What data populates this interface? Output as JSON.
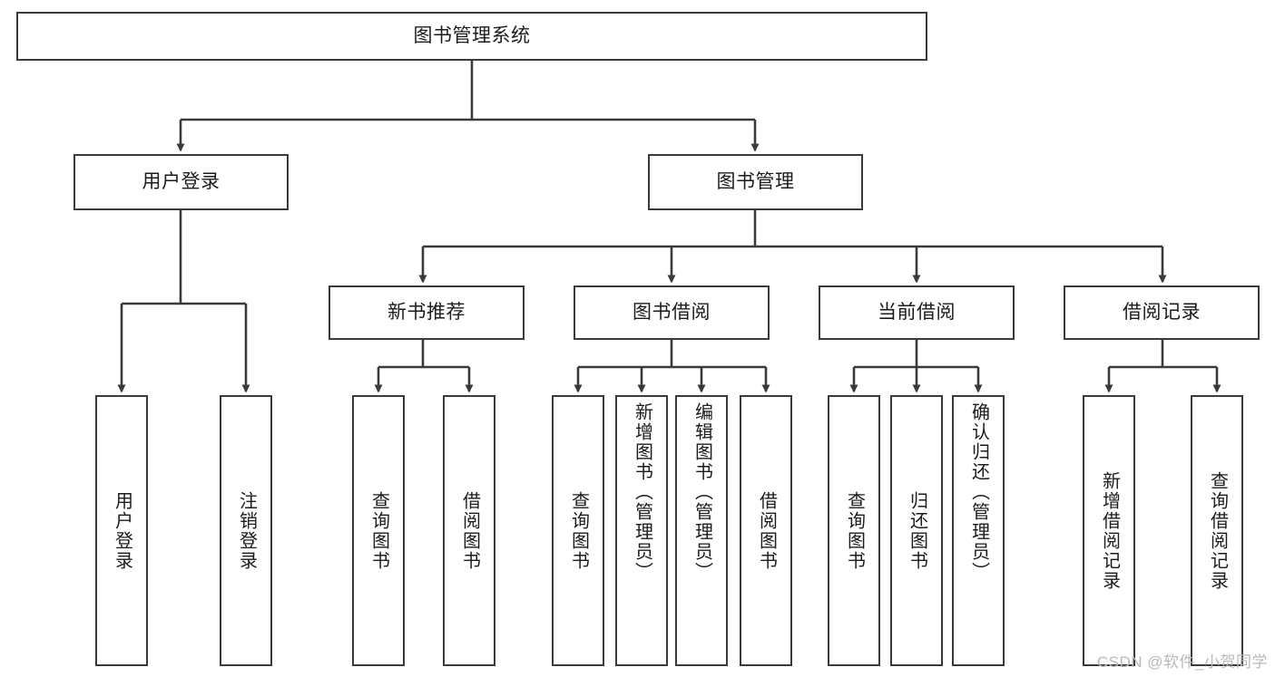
{
  "diagram": {
    "title": "图书管理系统",
    "type": "tree-hierarchy",
    "watermark": "CSDN @软件_小贺同学",
    "colors": {
      "stroke": "#3a3a3a",
      "text": "#1b1b1b",
      "background": "#ffffff",
      "watermark": "#b9b9b9"
    },
    "root": {
      "label": "图书管理系统"
    },
    "level2": [
      {
        "label": "用户登录"
      },
      {
        "label": "图书管理"
      }
    ],
    "level3": [
      {
        "label": "新书推荐"
      },
      {
        "label": "图书借阅"
      },
      {
        "label": "当前借阅"
      },
      {
        "label": "借阅记录"
      }
    ],
    "leaves": {
      "user_login": [
        {
          "label": "用户登录"
        },
        {
          "label": "注销登录"
        }
      ],
      "new_book_recommend": [
        {
          "label": "查询图书"
        },
        {
          "label": "借阅图书"
        }
      ],
      "book_borrow": [
        {
          "label": "查询图书"
        },
        {
          "label": "新增图书（管理员）"
        },
        {
          "label": "编辑图书（管理员）"
        },
        {
          "label": "借阅图书"
        }
      ],
      "current_borrow": [
        {
          "label": "查询图书"
        },
        {
          "label": "归还图书"
        },
        {
          "label": "确认归还（管理员）"
        }
      ],
      "borrow_record": [
        {
          "label": "新增借阅记录"
        },
        {
          "label": "查询借阅记录"
        }
      ]
    }
  }
}
